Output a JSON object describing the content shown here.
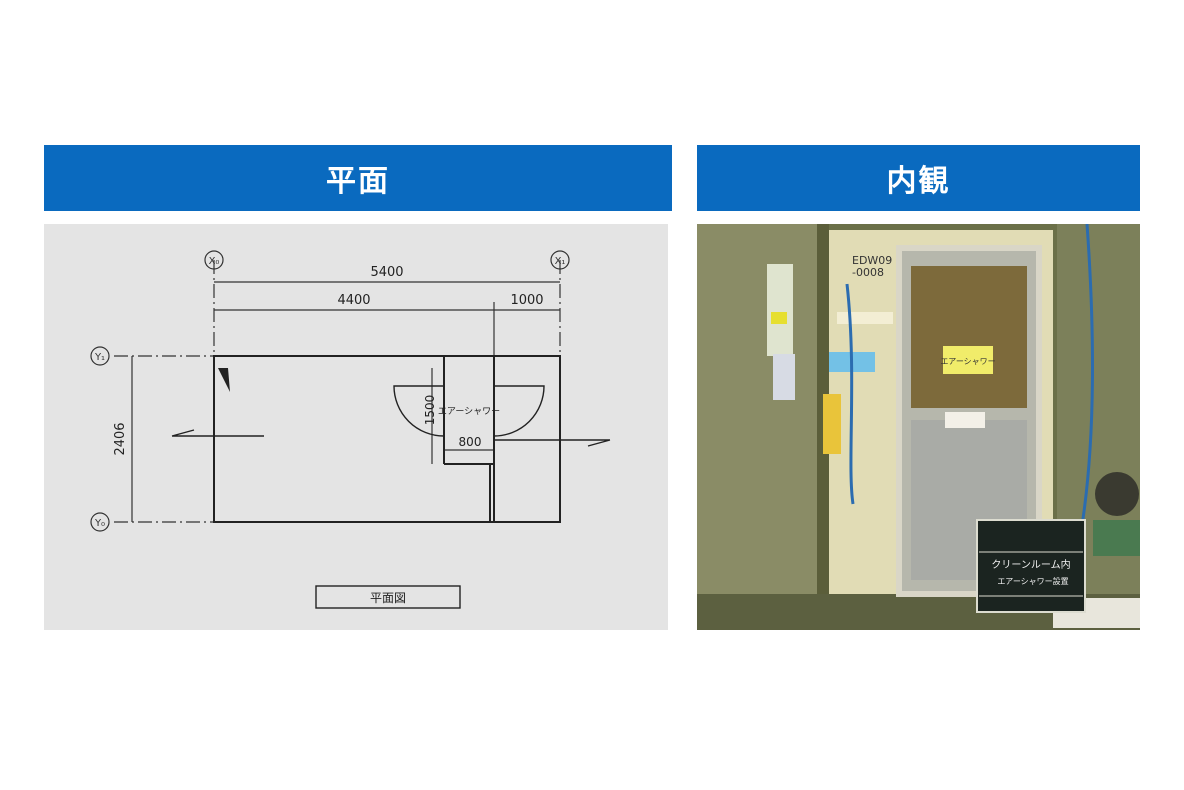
{
  "headers": {
    "left": "平面",
    "right": "内観"
  },
  "plan": {
    "grid_x": [
      "X₀",
      "X₁"
    ],
    "grid_y": [
      "Y₁",
      "Y₀"
    ],
    "dim_total": "5400",
    "dim_main": "4400",
    "dim_side": "1000",
    "dim_height": "2406",
    "dim_booth_h": "1500",
    "dim_booth_w": "800",
    "booth_label": "エアーシャワー",
    "caption": "平面図"
  },
  "photo": {
    "door_code_1": "EDW09",
    "door_code_2": "-0008",
    "door_sign": "エアーシャワー",
    "board_line_1": "クリーンルーム内",
    "board_line_2": "エアーシャワー設置"
  },
  "colors": {
    "header_bg": "#0a6abf",
    "header_text": "#ffffff",
    "plan_bg": "#e4e4e4"
  }
}
